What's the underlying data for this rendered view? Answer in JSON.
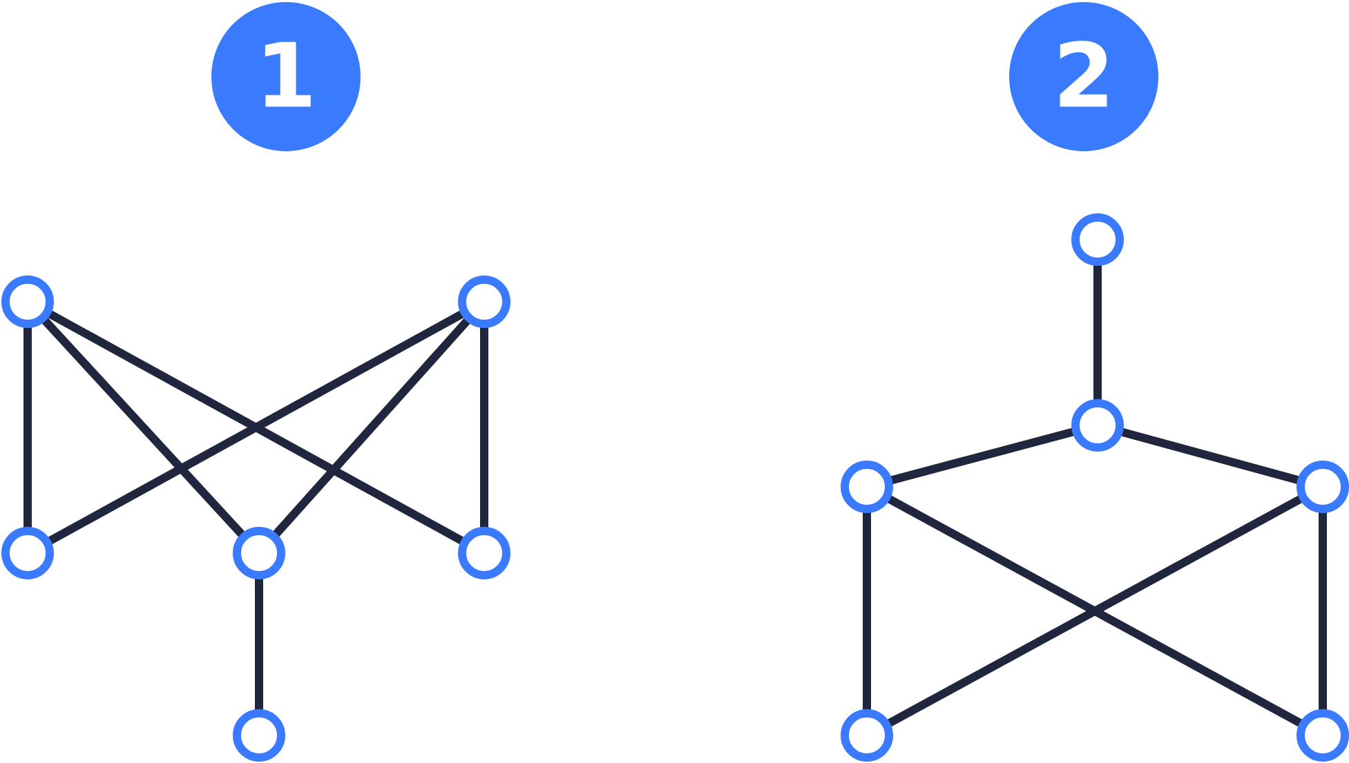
{
  "colors": {
    "badge": "#3A7AFE",
    "badge_text": "#ffffff",
    "edge": "#1F263D",
    "node_stroke": "#3A7AFE",
    "node_fill": "#ffffff"
  },
  "graphs": [
    {
      "label": "1",
      "nodes": [
        "A",
        "B",
        "C",
        "D",
        "E",
        "F"
      ],
      "edges": [
        [
          "A",
          "C"
        ],
        [
          "A",
          "D"
        ],
        [
          "A",
          "E"
        ],
        [
          "B",
          "C"
        ],
        [
          "B",
          "D"
        ],
        [
          "B",
          "E"
        ],
        [
          "D",
          "F"
        ]
      ]
    },
    {
      "label": "2",
      "nodes": [
        "T",
        "M",
        "L",
        "R",
        "BL",
        "BR"
      ],
      "edges": [
        [
          "T",
          "M"
        ],
        [
          "M",
          "L"
        ],
        [
          "M",
          "R"
        ],
        [
          "L",
          "BL"
        ],
        [
          "L",
          "BR"
        ],
        [
          "R",
          "BL"
        ],
        [
          "R",
          "BR"
        ]
      ]
    }
  ]
}
